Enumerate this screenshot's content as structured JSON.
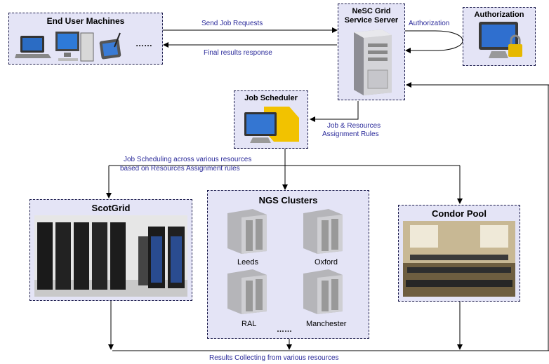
{
  "nodes": {
    "end_users": {
      "title": "End User Machines",
      "ellipsis": "……"
    },
    "nesc": {
      "title_line1": "NeSC Grid",
      "title_line2": "Service Server"
    },
    "authorization": {
      "title": "Authorization"
    },
    "scheduler": {
      "title": "Job Scheduler"
    },
    "scotgrid": {
      "title": "ScotGrid"
    },
    "ngs": {
      "title": "NGS Clusters",
      "sites": [
        "Leeds",
        "Oxford",
        "RAL",
        "Manchester"
      ],
      "ellipsis": "……"
    },
    "condor": {
      "title": "Condor Pool"
    }
  },
  "edges": {
    "send_requests": "Send Job Requests",
    "final_results": "Final results response",
    "authorization": "Authorization",
    "job_resources_line1": "Job & Resources",
    "job_resources_line2": "Assignment Rules",
    "scheduling_line1": "Job Scheduling across various resources",
    "scheduling_line2": "based on Resources Assignment rules",
    "results_collecting": "Results Collecting from various resources"
  },
  "colors": {
    "box_fill": "#e4e4f6",
    "edge_label": "#2a2a9a",
    "line": "#000000"
  }
}
